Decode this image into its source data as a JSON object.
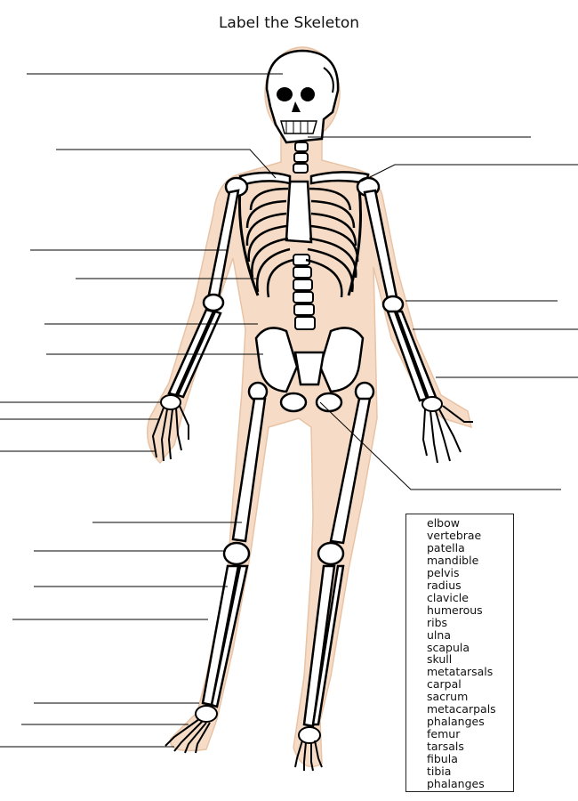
{
  "title": "Label the Skeleton",
  "colors": {
    "body_outline": "#f6dcc6",
    "bone": "#ffffff",
    "bone_shadow": "#000000",
    "lines": "#000000"
  },
  "word_bank": [
    "elbow",
    "vertebrae",
    "patella",
    "mandible",
    "pelvis",
    "radius",
    "clavicle",
    "humerous",
    "ribs",
    "ulna",
    "scapula",
    "skull",
    "metatarsals",
    "carpal",
    "sacrum",
    "metacarpals",
    "phalanges",
    "femur",
    "tarsals",
    "fibula",
    "tibia",
    "phalanges"
  ]
}
